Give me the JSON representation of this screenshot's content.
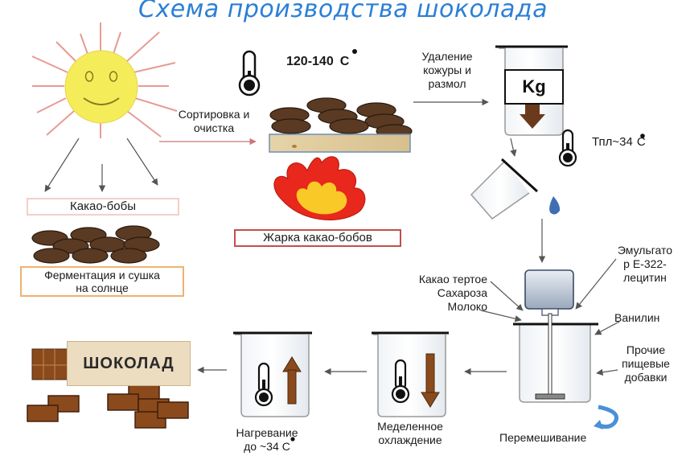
{
  "title": "Схема производства шоколада",
  "labels": {
    "roast_temp": "120-140",
    "roast_temp_unit": "С",
    "sorting_line1": "Сортировка и",
    "sorting_line2": "очистка",
    "peeling_line1": "Удаление",
    "peeling_line2": "кожуры и",
    "peeling_line3": "размол",
    "kg": "Kg",
    "melt_temp_prefix": "Тпл",
    "melt_temp_tilde": "~",
    "melt_temp_value": "34",
    "melt_temp_unit": "С",
    "cocoa_beans": "Какао-бобы",
    "fermentation_line1": "Ферментация и сушка",
    "fermentation_line2": "на солнце",
    "roasting": "Жарка какао-бобов",
    "ingredients_line1": "Какао тертое",
    "ingredients_line2": "Сахароза",
    "ingredients_line3": "Молоко",
    "emulsifier_line1": "Эмульгато",
    "emulsifier_line2": "р Е-322-",
    "emulsifier_line3": "лецитин",
    "vanillin": "Ванилин",
    "additives_line1": "Прочие",
    "additives_line2": "пищевые",
    "additives_line3": "добавки",
    "mixing": "Перемешивание",
    "cooling_line1": "Меделенное",
    "cooling_line2": "охлаждение",
    "heating_line1": "Нагревание",
    "heating_line2_prefix": "до",
    "heating_line2_tilde": "~",
    "heating_line2_value": "34",
    "heating_line2_unit": "С",
    "chocolate": "ШОКОЛАД"
  },
  "colors": {
    "title": "#2b7fd6",
    "sun": "#f5ec5a",
    "sun_rays": "#e79b95",
    "bean": "#5a3a22",
    "chocolate": "#8a4a1c",
    "fire_outer": "#e8281c",
    "fire_inner": "#f9c928",
    "box_border_pink": "#f2d0c8",
    "box_border_orange": "#f0b070",
    "box_border_red": "#c0504d",
    "arrow_gray": "#7a7a7a"
  }
}
